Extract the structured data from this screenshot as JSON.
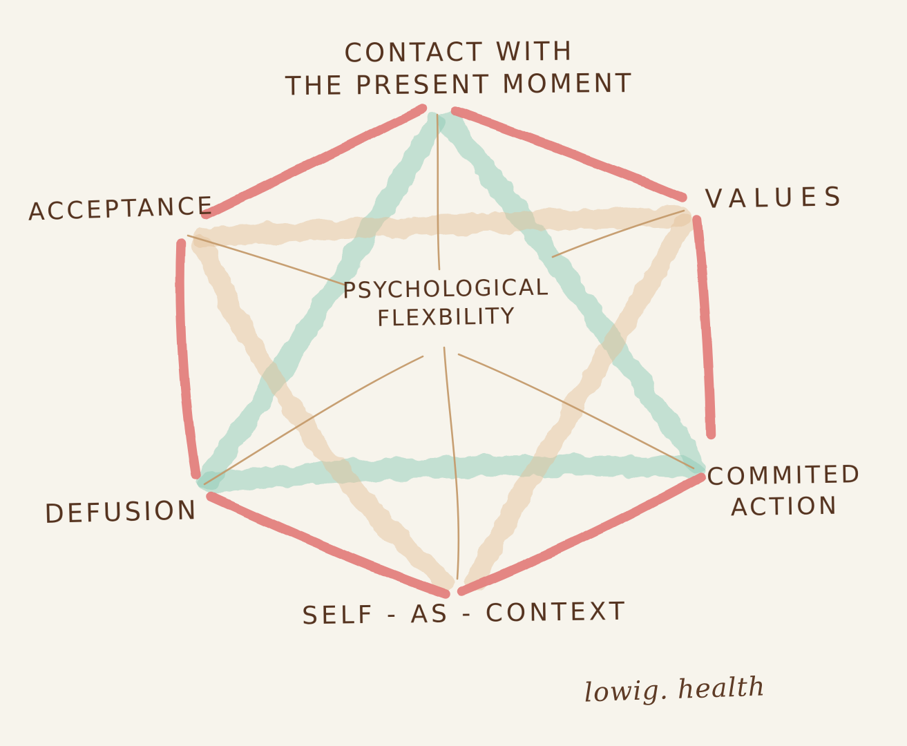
{
  "diagram_title": "ACT hexaflex",
  "colors": {
    "background": "#f7f4ec",
    "hexagon": "#e3807d",
    "triangle_teal": "#8fcbb8",
    "triangle_tan": "#e2bf97",
    "spokes": "#c49a6c",
    "ink": "#55331f",
    "signature": "#5e3b26"
  },
  "center": {
    "lines": [
      "PSYCHOLOGICAL",
      "FLEXBILITY"
    ]
  },
  "nodes": [
    {
      "id": "contact-present-moment",
      "lines": [
        "CONTACT WITH",
        "THE PRESENT MOMENT"
      ]
    },
    {
      "id": "values",
      "lines": [
        "VALUES"
      ]
    },
    {
      "id": "commited-action",
      "lines": [
        "COMMITED",
        "ACTION"
      ]
    },
    {
      "id": "self-as-context",
      "lines": [
        "SELF - AS - CONTEXT"
      ]
    },
    {
      "id": "defusion",
      "lines": [
        "DEFUSION"
      ]
    },
    {
      "id": "acceptance",
      "lines": [
        "ACCEPTANCE"
      ]
    }
  ],
  "connections": {
    "hexagon_outline": [
      "contact-present-moment",
      "values",
      "commited-action",
      "self-as-context",
      "defusion",
      "acceptance"
    ],
    "teal_triangle": [
      "contact-present-moment",
      "commited-action",
      "defusion"
    ],
    "tan_triangle": [
      "acceptance",
      "values",
      "self-as-context"
    ],
    "spokes": "center-to-each-node"
  },
  "signature": "lowig. health"
}
